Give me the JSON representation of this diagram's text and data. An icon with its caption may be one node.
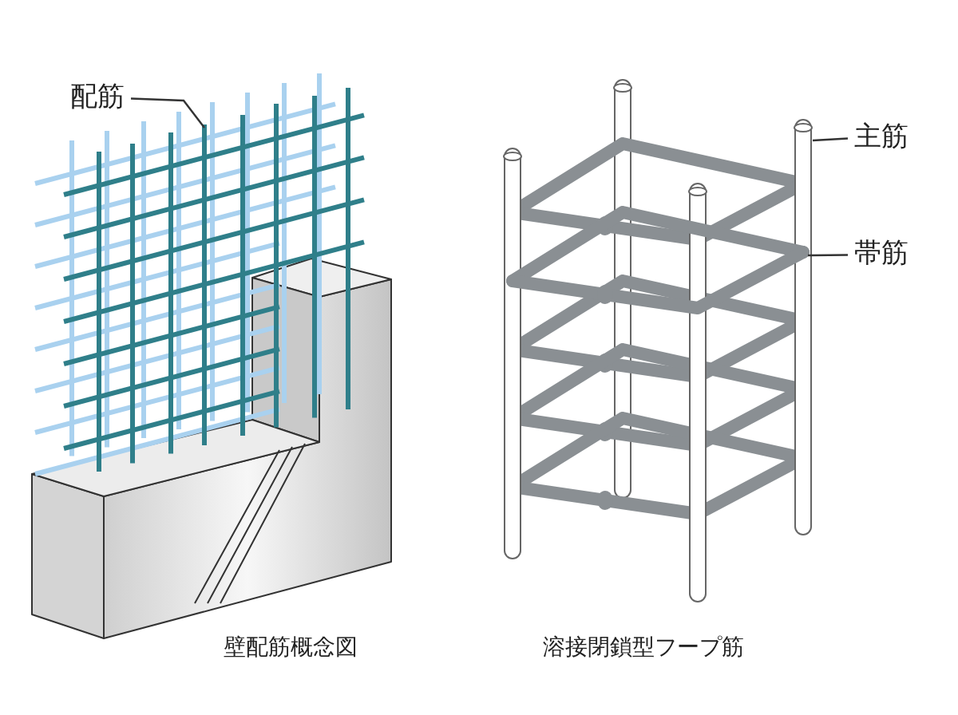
{
  "diagram": {
    "nodes": [
      {
        "text": [
          "配筋"
        ]
      },
      {
        "text": [],
        "shape": "bar"
      },
      {
        "text": [
          "主筋"
        ]
      },
      {
        "text": [],
        "shape": "bar"
      },
      {
        "text": [
          "帯筋"
        ]
      },
      {
        "text": [],
        "shape": "bar"
      }
    ],
    "edges": [
      {
        "from": 0,
        "to": 1,
        "arrow": "none"
      },
      {
        "from": 2,
        "to": 3,
        "arrow": "none"
      },
      {
        "from": 4,
        "to": 5,
        "arrow": "none"
      }
    ],
    "labels": [
      "壁配筋概念図",
      "溶接閉鎖型フープ筋"
    ]
  }
}
